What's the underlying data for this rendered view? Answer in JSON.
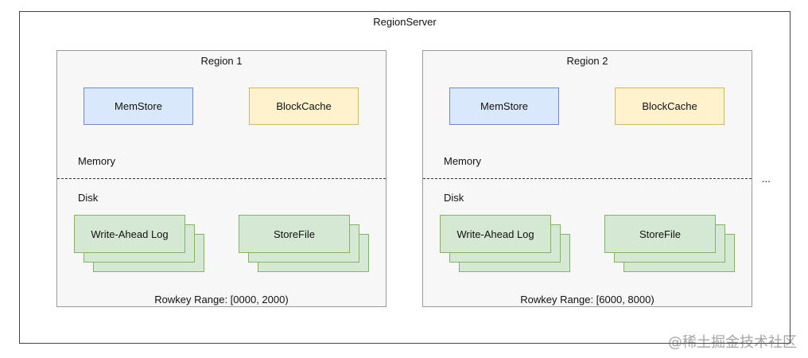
{
  "server": {
    "title": "RegionServer",
    "ellipsis": "..."
  },
  "regions": [
    {
      "title": "Region 1",
      "memstore": "MemStore",
      "blockcache": "BlockCache",
      "memory_label": "Memory",
      "disk_label": "Disk",
      "wal": "Write-Ahead Log",
      "storefile": "StoreFile",
      "rowkey_range": "Rowkey Range: [0000, 2000)"
    },
    {
      "title": "Region 2",
      "memstore": "MemStore",
      "blockcache": "BlockCache",
      "memory_label": "Memory",
      "disk_label": "Disk",
      "wal": "Write-Ahead Log",
      "storefile": "StoreFile",
      "rowkey_range": "Rowkey Range: [6000, 8000)"
    }
  ],
  "watermark": "@稀土掘金技术社区",
  "colors": {
    "memstore_fill": "#dae8fc",
    "memstore_stroke": "#6c8ebf",
    "blockcache_fill": "#fff2cc",
    "blockcache_stroke": "#d6b656",
    "disk_fill": "#d5e8d4",
    "disk_stroke": "#82b366"
  }
}
